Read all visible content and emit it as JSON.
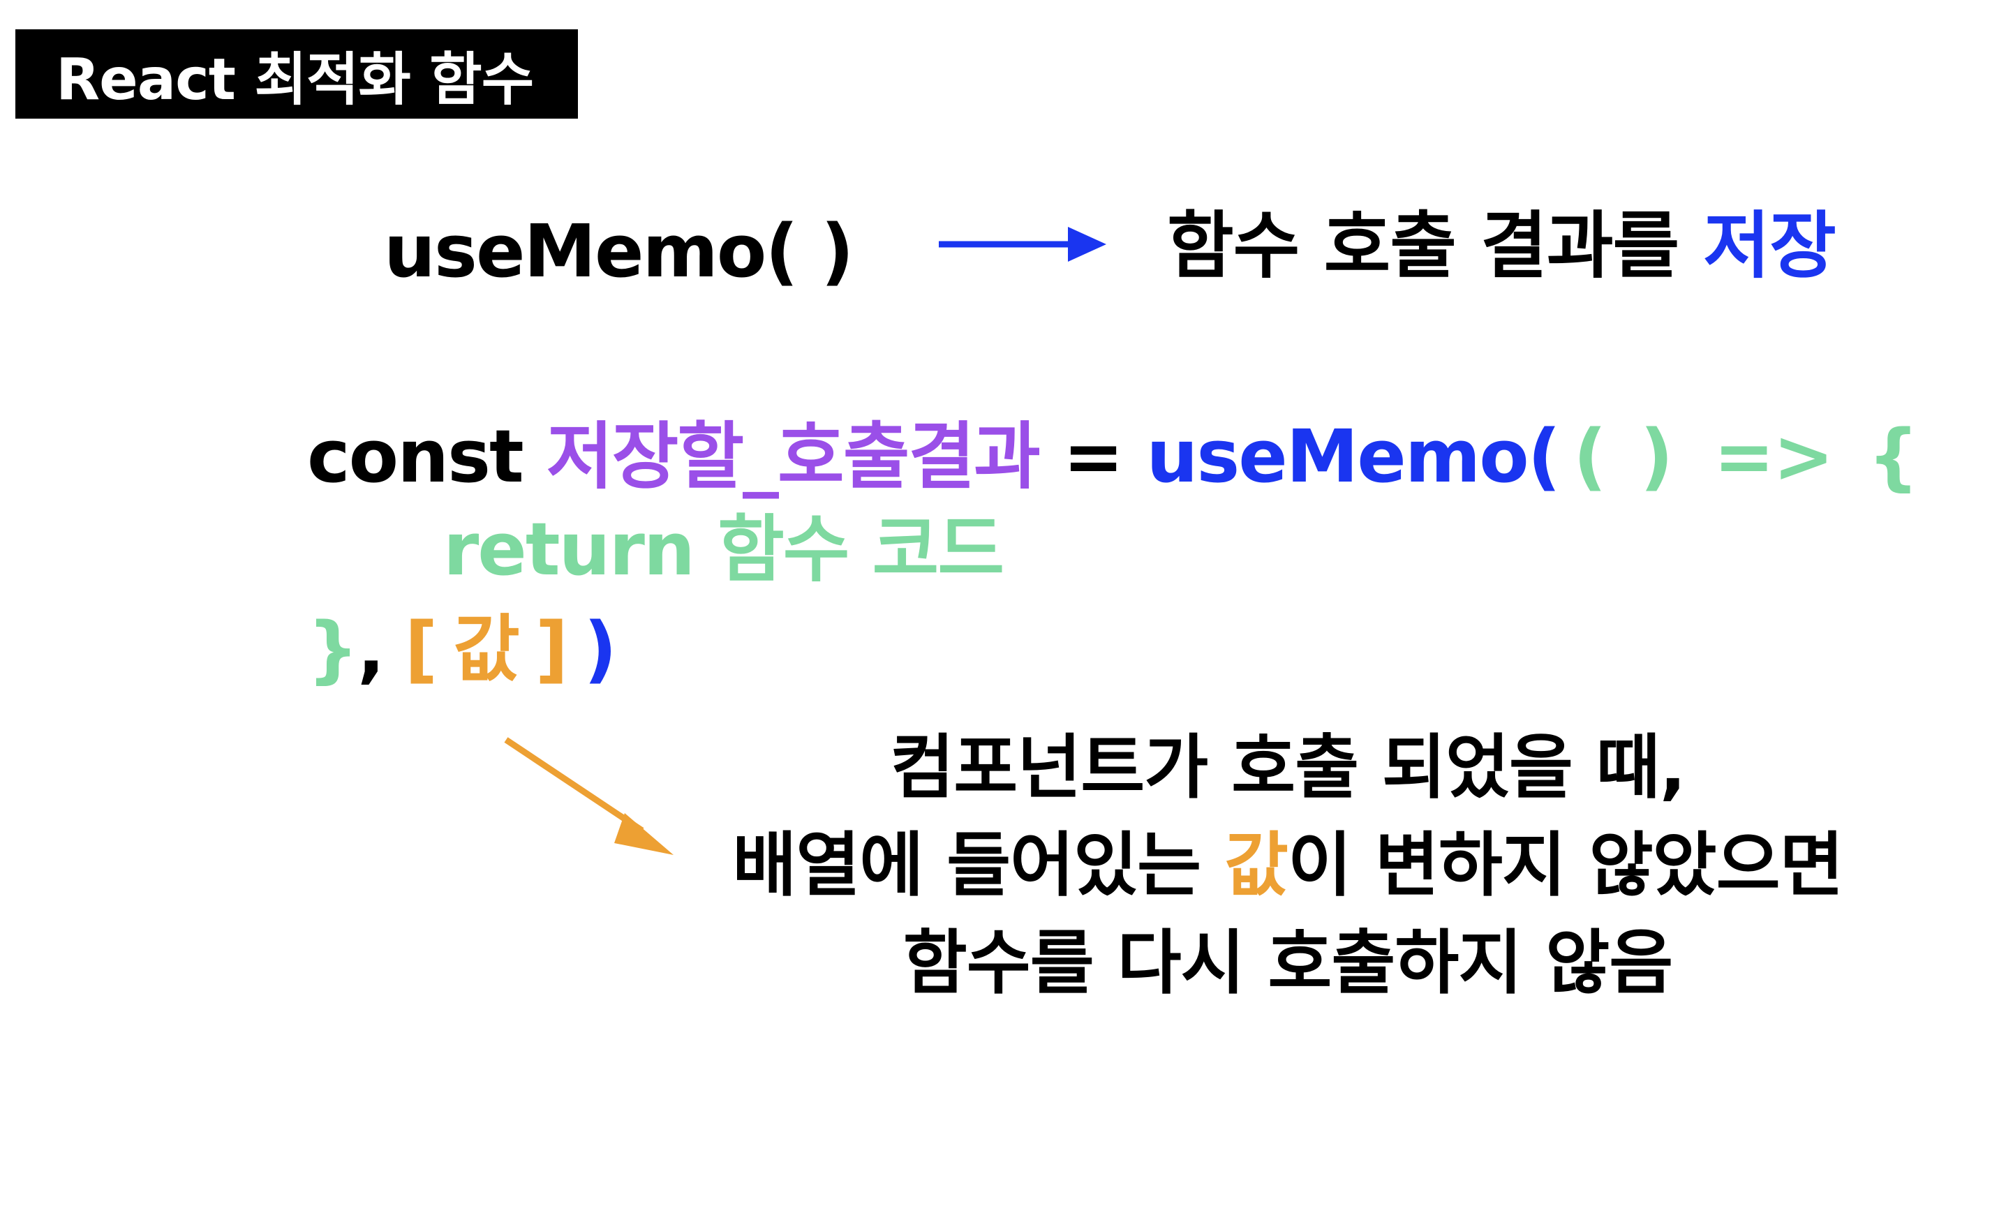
{
  "title": "React 최적화 함수",
  "summary": {
    "hook": "useMemo( )",
    "description_prefix": "함수 호출 결과를 ",
    "description_highlight": "저장"
  },
  "code": {
    "line1": {
      "keyword": "const",
      "variable": "저장할_호출결과",
      "equals": "=",
      "call": "useMemo(",
      "open_paren": "(",
      "close_paren": ")",
      "arrow": "=>",
      "brace": "{"
    },
    "line2": {
      "body": "return 함수 코드"
    },
    "line3": {
      "brace": "}",
      "comma": ",",
      "open_bracket": "[",
      "value": "값",
      "close_bracket": "]",
      "close_paren": ")"
    }
  },
  "explanation": {
    "line1": "컴포넌트가 호출 되었을 때,",
    "line2_prefix": "배열에 들어있는 ",
    "line2_highlight": "값",
    "line2_suffix": "이 변하지 않았으면",
    "line3": "함수를 다시 호출하지 않음"
  },
  "colors": {
    "title_bg": "#000000",
    "accent_blue": "#1a35f0",
    "accent_purple": "#9a4fe8",
    "accent_green": "#7ed9a0",
    "accent_orange": "#eda033"
  }
}
